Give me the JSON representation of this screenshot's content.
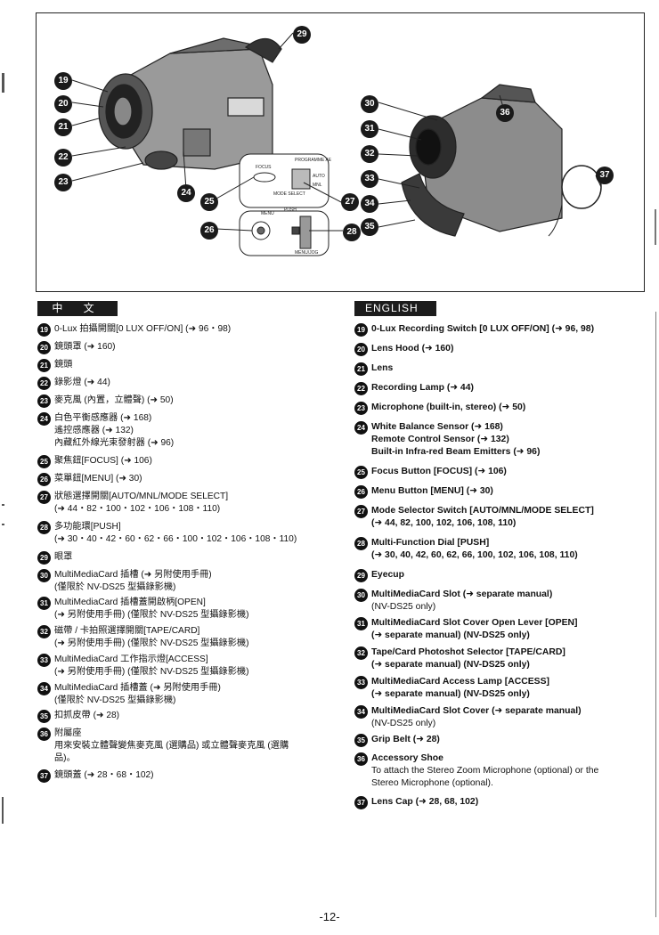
{
  "page": {
    "number": "-12-"
  },
  "figure": {
    "callouts": [
      "19",
      "20",
      "21",
      "22",
      "23",
      "24",
      "25",
      "26",
      "27",
      "28",
      "29",
      "30",
      "31",
      "32",
      "33",
      "34",
      "35",
      "36",
      "37"
    ],
    "panel_labels": {
      "programme_ae": "PROGRAMME AE",
      "focus": "FOCUS",
      "mode_select": "MODE SELECT",
      "menu": "MENU",
      "push": "PUSH",
      "menu_jog": "MENU/JOG",
      "auto": "AUTO",
      "mnl": "MNL"
    }
  },
  "sections": {
    "zh": {
      "heading": "中 文"
    },
    "en": {
      "heading": "ENGLISH"
    }
  },
  "zh_items": [
    {
      "n": "19",
      "lines": [
        "0-Lux 拍攝開關[0 LUX OFF/ON] (➜ 96・98)"
      ]
    },
    {
      "n": "20",
      "lines": [
        "鏡頭罩 (➜ 160)"
      ]
    },
    {
      "n": "21",
      "lines": [
        "鏡頭"
      ]
    },
    {
      "n": "22",
      "lines": [
        "錄影燈 (➜ 44)"
      ]
    },
    {
      "n": "23",
      "lines": [
        "麥克風 (內置，立體聲) (➜ 50)"
      ]
    },
    {
      "n": "24",
      "lines": [
        "白色平衡感應器 (➜ 168)",
        "遙控感應器 (➜ 132)",
        "內藏紅外線光束發射器 (➜ 96)"
      ]
    },
    {
      "n": "25",
      "lines": [
        "聚焦鈕[FOCUS] (➜ 106)"
      ]
    },
    {
      "n": "26",
      "lines": [
        "菜單鈕[MENU] (➜ 30)"
      ]
    },
    {
      "n": "27",
      "lines": [
        "狀態選擇開關[AUTO/MNL/MODE SELECT]",
        "(➜ 44・82・100・102・106・108・110)"
      ]
    },
    {
      "n": "28",
      "lines": [
        "多功能環[PUSH]",
        "(➜ 30・40・42・60・62・66・100・102・106・108・110)"
      ]
    },
    {
      "n": "29",
      "lines": [
        "眼罩"
      ]
    },
    {
      "n": "30",
      "lines": [
        "MultiMediaCard 插槽 (➜ 另附使用手冊)",
        "(僅限於 NV-DS25 型攝錄影機)"
      ]
    },
    {
      "n": "31",
      "lines": [
        "MultiMediaCard 插槽蓋開啟柄[OPEN]",
        "(➜ 另附使用手冊) (僅限於 NV-DS25 型攝錄影機)"
      ]
    },
    {
      "n": "32",
      "lines": [
        "磁帶 / 卡拍照選擇開關[TAPE/CARD]",
        "(➜ 另附使用手冊) (僅限於 NV-DS25 型攝錄影機)"
      ]
    },
    {
      "n": "33",
      "lines": [
        "MultiMediaCard 工作指示燈[ACCESS]",
        "(➜ 另附使用手冊) (僅限於 NV-DS25 型攝錄影機)"
      ]
    },
    {
      "n": "34",
      "lines": [
        "MultiMediaCard 插槽蓋 (➜ 另附使用手冊)",
        "(僅限於 NV-DS25 型攝錄影機)"
      ]
    },
    {
      "n": "35",
      "lines": [
        "扣抓皮帶 (➜ 28)"
      ]
    },
    {
      "n": "36",
      "lines": [
        "附屬座",
        "用來安裝立體聲變焦麥克風 (選購品) 或立體聲麥克風 (選購",
        "品)。"
      ]
    },
    {
      "n": "37",
      "lines": [
        "鏡頭蓋 (➜ 28・68・102)"
      ]
    }
  ],
  "en_items": [
    {
      "n": "19",
      "lines": [
        "0-Lux Recording Switch [0 LUX OFF/ON] (➜ 96, 98)"
      ]
    },
    {
      "n": "20",
      "lines": [
        "Lens Hood (➜ 160)"
      ]
    },
    {
      "n": "21",
      "lines": [
        "Lens"
      ]
    },
    {
      "n": "22",
      "lines": [
        "Recording Lamp (➜ 44)"
      ]
    },
    {
      "n": "23",
      "lines": [
        "Microphone (built-in, stereo) (➜ 50)"
      ]
    },
    {
      "n": "24",
      "lines": [
        "White Balance Sensor (➜ 168)",
        "Remote Control Sensor (➜ 132)",
        "Built-in Infra-red Beam Emitters (➜ 96)"
      ]
    },
    {
      "n": "25",
      "lines": [
        "Focus Button [FOCUS] (➜ 106)"
      ]
    },
    {
      "n": "26",
      "lines": [
        "Menu Button [MENU] (➜ 30)"
      ]
    },
    {
      "n": "27",
      "lines": [
        "Mode Selector Switch [AUTO/MNL/MODE SELECT]",
        "(➜ 44, 82, 100, 102, 106, 108, 110)"
      ]
    },
    {
      "n": "28",
      "lines": [
        "Multi-Function Dial [PUSH]",
        "(➜ 30, 40, 42, 60, 62, 66, 100, 102, 106, 108, 110)"
      ]
    },
    {
      "n": "29",
      "lines": [
        "Eyecup"
      ]
    },
    {
      "n": "30",
      "lines": [
        "MultiMediaCard Slot (➜ separate manual)",
        "(NV-DS25 only)"
      ],
      "plain": [
        1
      ]
    },
    {
      "n": "31",
      "lines": [
        "MultiMediaCard Slot Cover Open Lever [OPEN]",
        "(➜ separate manual) (NV-DS25 only)"
      ]
    },
    {
      "n": "32",
      "lines": [
        "Tape/Card Photoshot Selector [TAPE/CARD]",
        "(➜ separate manual) (NV-DS25 only)"
      ]
    },
    {
      "n": "33",
      "lines": [
        "MultiMediaCard Access Lamp [ACCESS]",
        "(➜ separate manual) (NV-DS25 only)"
      ]
    },
    {
      "n": "34",
      "lines": [
        "MultiMediaCard Slot Cover (➜ separate manual)",
        "(NV-DS25 only)"
      ],
      "plain": [
        1
      ]
    },
    {
      "n": "35",
      "lines": [
        "Grip Belt (➜ 28)"
      ]
    },
    {
      "n": "36",
      "lines": [
        "Accessory Shoe",
        "To attach the Stereo Zoom Microphone (optional) or the",
        "Stereo Microphone (optional)."
      ],
      "plain": [
        1,
        2
      ]
    },
    {
      "n": "37",
      "lines": [
        "Lens Cap (➜ 28, 68, 102)"
      ]
    }
  ]
}
